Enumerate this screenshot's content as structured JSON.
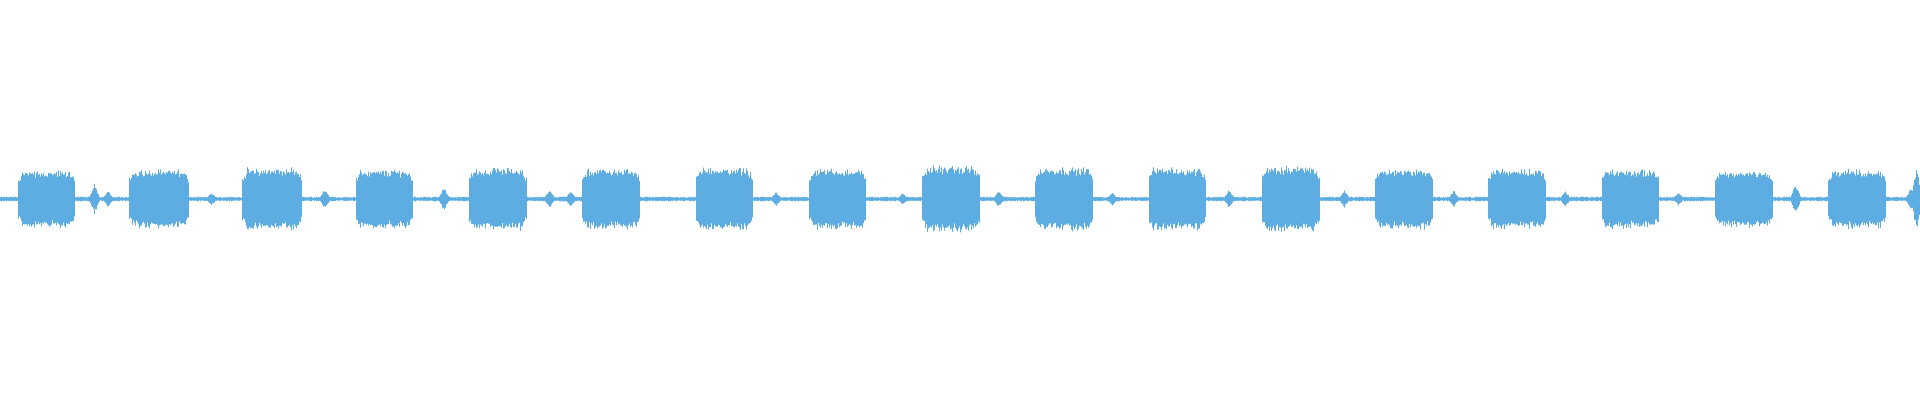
{
  "colors": {
    "background": "#ffffff",
    "waveform": "#5dade2"
  },
  "waveform": {
    "bursts": [
      {
        "start": 0.009,
        "end": 0.039,
        "level": 0.82
      },
      {
        "start": 0.067,
        "end": 0.098,
        "level": 0.85
      },
      {
        "start": 0.126,
        "end": 0.157,
        "level": 0.9
      },
      {
        "start": 0.185,
        "end": 0.215,
        "level": 0.85
      },
      {
        "start": 0.244,
        "end": 0.274,
        "level": 0.9
      },
      {
        "start": 0.303,
        "end": 0.333,
        "level": 0.88
      },
      {
        "start": 0.362,
        "end": 0.392,
        "level": 0.9
      },
      {
        "start": 0.421,
        "end": 0.451,
        "level": 0.88
      },
      {
        "start": 0.48,
        "end": 0.51,
        "level": 0.95
      },
      {
        "start": 0.539,
        "end": 0.569,
        "level": 0.92
      },
      {
        "start": 0.598,
        "end": 0.628,
        "level": 0.9
      },
      {
        "start": 0.657,
        "end": 0.687,
        "level": 0.95
      },
      {
        "start": 0.716,
        "end": 0.746,
        "level": 0.88
      },
      {
        "start": 0.775,
        "end": 0.805,
        "level": 0.88
      },
      {
        "start": 0.834,
        "end": 0.864,
        "level": 0.86
      },
      {
        "start": 0.893,
        "end": 0.923,
        "level": 0.82
      },
      {
        "start": 0.952,
        "end": 0.982,
        "level": 0.86
      }
    ],
    "blips": [
      {
        "at": 0.049,
        "level": 0.45
      },
      {
        "at": 0.056,
        "level": 0.25
      },
      {
        "at": 0.11,
        "level": 0.2
      },
      {
        "at": 0.169,
        "level": 0.3
      },
      {
        "at": 0.231,
        "level": 0.35
      },
      {
        "at": 0.286,
        "level": 0.3
      },
      {
        "at": 0.297,
        "level": 0.25
      },
      {
        "at": 0.404,
        "level": 0.22
      },
      {
        "at": 0.47,
        "level": 0.18
      },
      {
        "at": 0.52,
        "level": 0.25
      },
      {
        "at": 0.579,
        "level": 0.2
      },
      {
        "at": 0.64,
        "level": 0.28
      },
      {
        "at": 0.7,
        "level": 0.25
      },
      {
        "at": 0.757,
        "level": 0.25
      },
      {
        "at": 0.815,
        "level": 0.25
      },
      {
        "at": 0.874,
        "level": 0.2
      },
      {
        "at": 0.935,
        "level": 0.45
      },
      {
        "at": 0.995,
        "level": 0.3
      },
      {
        "at": 0.998,
        "level": 0.95
      }
    ]
  }
}
